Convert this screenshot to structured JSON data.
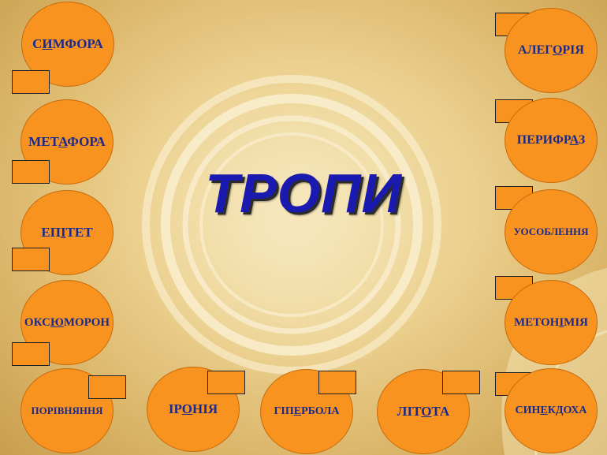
{
  "title": "ТРОПИ",
  "left_terms": [
    {
      "before": "С",
      "u": "И",
      "after": "МФОРА"
    },
    {
      "before": "МЕТ",
      "u": "А",
      "after": "ФОРА"
    },
    {
      "before": "ЕП",
      "u": "І",
      "after": "ТЕТ"
    },
    {
      "before": "ОКС",
      "u": "Ю",
      "after": "МОРОН"
    },
    {
      "before": "ПОРІВНЯННЯ",
      "u": "",
      "after": ""
    }
  ],
  "right_terms": [
    {
      "before": "АЛЕГ",
      "u": "О",
      "after": "РІЯ"
    },
    {
      "before": "ПЕРИФР",
      "u": "А",
      "after": "З"
    },
    {
      "before": "УОСОБЛЕННЯ",
      "u": "",
      "after": ""
    },
    {
      "before": "МЕТОН",
      "u": "І",
      "after": "МІЯ"
    },
    {
      "before": "СИН",
      "u": "Е",
      "after": "КДОХА"
    }
  ],
  "bottom_terms": [
    {
      "before": "ІР",
      "u": "О",
      "after": "НІЯ"
    },
    {
      "before": "ГІП",
      "u": "Е",
      "after": "РБОЛА"
    },
    {
      "before": "ЛІТ",
      "u": "О",
      "after": "ТА"
    }
  ],
  "colors": {
    "circle": "#f7931e",
    "text": "#1a2a8c",
    "title": "#1a1ab0"
  }
}
